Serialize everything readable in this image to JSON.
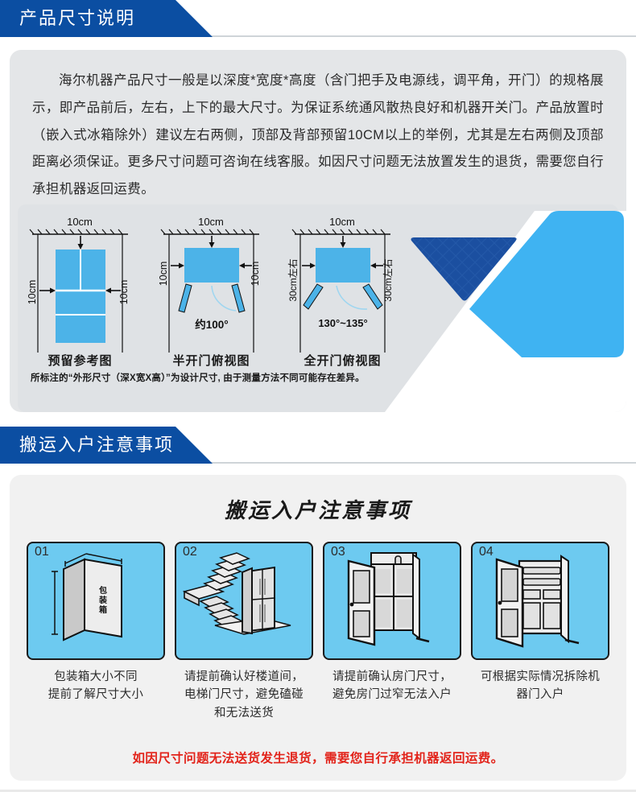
{
  "sections": [
    {
      "header": "产品尺寸说明",
      "intro": "海尔机器产品尺寸一般是以深度*宽度*高度（含门把手及电源线，调平角，开门）的规格展示，即产品前后，左右，上下的最大尺寸。为保证系统通风散热良好和机器开关门。产品放置时（嵌入式冰箱除外）建议左右两侧，顶部及背部预留10CM以上的举例，尤其是左右两侧及顶部距离必须保证。更多尺寸问题可咨询在线客服。如因尺寸问题无法放置发生的退货，需要您自行承担机器返回运费。",
      "diagrams": [
        {
          "id": "reserve-reference",
          "caption": "预留参考图",
          "top_label": "10cm",
          "left_label": "10cm",
          "right_label": "10cm",
          "angle_label": ""
        },
        {
          "id": "half-open-top-view",
          "caption": "半开门俯视图",
          "top_label": "10cm",
          "left_label": "10cm",
          "right_label": "10cm",
          "angle_label": "约100°"
        },
        {
          "id": "full-open-top-view",
          "caption": "全开门俯视图",
          "top_label": "10cm",
          "left_label": "30cm左右",
          "right_label": "30cm左右",
          "angle_label": "130°~135°"
        }
      ],
      "footnote": "所标注的“外形尺寸（深X宽X高）”为设计尺寸, 由于测量方法不同可能存在差异。"
    },
    {
      "header": "搬运入户注意事项",
      "title": "搬运入户注意事项",
      "cards": [
        {
          "number": "01",
          "art": "packing-box",
          "box_text": "包装箱",
          "caption": "包装箱大小不同\n提前了解尺寸大小"
        },
        {
          "number": "02",
          "art": "stairs-and-fridge",
          "box_text": "",
          "caption": "请提前确认好楼道间，\n电梯门尺寸，避免磕碰\n和无法送货"
        },
        {
          "number": "03",
          "art": "doorway-fridge",
          "box_text": "",
          "caption": "请提前确认房门尺寸，\n避免房门过窄无法入户"
        },
        {
          "number": "04",
          "art": "open-door-fridge",
          "box_text": "",
          "caption": "可根据实际情况拆除机\n器门入户"
        }
      ],
      "warning": "如因尺寸问题无法送货发生退货，需要您自行承担机器返回运费。"
    }
  ],
  "colors": {
    "banner_blue": "#0b4ea2",
    "panel_grey": "#e4e6e8",
    "diagram_blue": "#4cb3e8",
    "card_blue": "#6dcaf0",
    "warning_red": "#e2231a",
    "deco_dark_blue": "#1b4fa0",
    "deco_light_blue": "#3fb3f2"
  }
}
